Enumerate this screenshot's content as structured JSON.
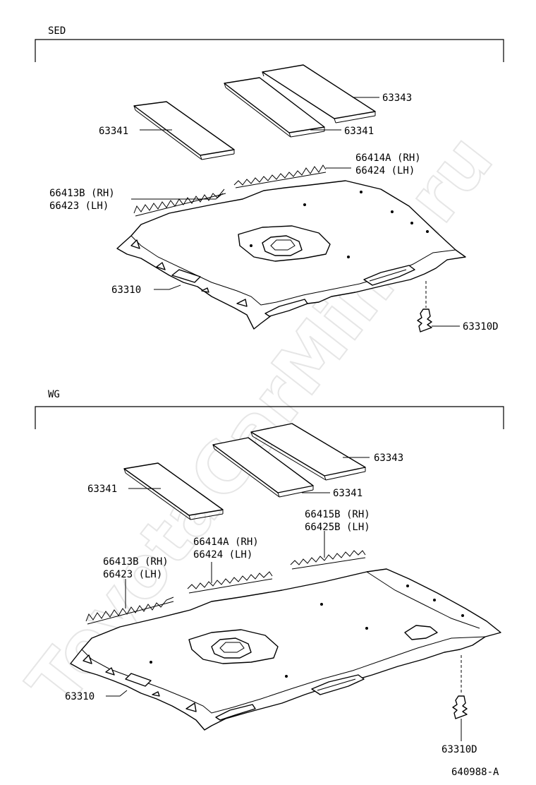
{
  "diagram": {
    "watermark": "ToyotaCarMine.ru",
    "figure_code": "640988-A",
    "sed": {
      "section_label": "SED",
      "labels": {
        "part_63343": "63343",
        "part_63341_right": "63341",
        "part_63341_left": "63341",
        "part_66414A": "66414A (RH)",
        "part_66424": "66424  (LH)",
        "part_66413B": "66413B (RH)",
        "part_66423": "66423  (LH)",
        "part_63310": "63310",
        "part_63310D": "63310D"
      }
    },
    "wg": {
      "section_label": "WG",
      "labels": {
        "part_63343": "63343",
        "part_63341_right": "63341",
        "part_63341_left": "63341",
        "part_66415B": "66415B (RH)",
        "part_66425B": "66425B (LH)",
        "part_66414A": "66414A (RH)",
        "part_66424": "66424  (LH)",
        "part_66413B": "66413B (RH)",
        "part_66423": "66423  (LH)",
        "part_63310": "63310",
        "part_63310D": "63310D"
      }
    }
  }
}
